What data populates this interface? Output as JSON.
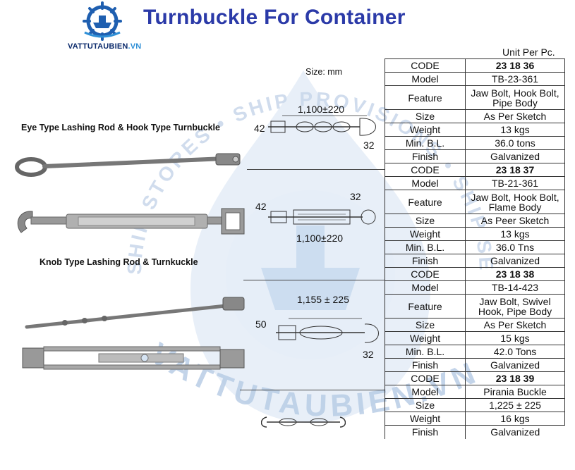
{
  "header": {
    "brand_name": "VATTUTAUBIEN",
    "brand_suffix": ".VN",
    "title": "Turnbuckle For Container",
    "unit_note": "Unit Per Pc.",
    "size_note": "Size: mm"
  },
  "watermark": {
    "text_arc": "SHIP STORES • SHIP PROVISIONS • SHIP SERVICES • CARGO LASHING",
    "text_bottom": "VATTUTAUBIEN.VN",
    "color": "#b9cde6"
  },
  "products": {
    "label_1": "Eye Type Lashing Rod & Hook Type Turnbuckle",
    "label_2": "Knob Type Lashing Rod & Turnkuckle"
  },
  "sketches": [
    {
      "length": "1,100±220",
      "dim_a": "42",
      "dim_b": "32"
    },
    {
      "length": "1,100±220",
      "dim_a": "42",
      "dim_b": "32"
    },
    {
      "length": "1,155 ±  225",
      "dim_a": "50",
      "dim_b": "32"
    }
  ],
  "spec": [
    {
      "code": "23 18 36",
      "model": "TB-23-361",
      "feature": "Jaw Bolt, Hook Bolt, Pipe Body",
      "size": "As Per Sketch",
      "weight": "13 kgs",
      "mbl": "36.0 tons",
      "finish": "Galvanized"
    },
    {
      "code": "23 18 37",
      "model": "TB-21-361",
      "feature": "Jaw Bolt, Hook Bolt, Flame Body",
      "size": "As Peer Sketch",
      "weight": "13 kgs",
      "mbl": "36.0 Tns",
      "finish": "Galvanized"
    },
    {
      "code": "23 18 38",
      "model": "TB-14-423",
      "feature": "Jaw Bolt, Swivel Hook, Pipe Body",
      "size": "As Per Sketch",
      "weight": "15 kgs",
      "mbl": "42.0 Tons",
      "finish": "Galvanized"
    },
    {
      "code": "23 18 39",
      "model": "Pirania Buckle",
      "size": "1,225 ± 225",
      "weight": "16 kgs",
      "finish": "Galvanized"
    }
  ],
  "labels": {
    "code": "CODE",
    "model": "Model",
    "feature": "Feature",
    "size": "Size",
    "weight": "Weight",
    "mbl": "Min. B.L.",
    "finish": "Finish"
  },
  "colors": {
    "title": "#2b3aa8",
    "logo_blue": "#1f5fb0",
    "logo_light": "#2f8fd6"
  }
}
